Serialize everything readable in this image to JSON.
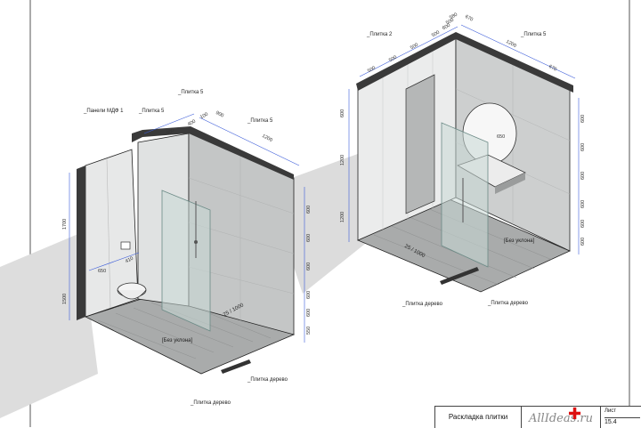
{
  "drawing": {
    "left_view": {
      "labels": {
        "panels_mdf": "_Панели МДФ 1",
        "tile5_a": "_Плитка 5",
        "tile5_b": "_Плитка 5",
        "tile5_c": "_Плитка 5",
        "no_slope": "[Без уклона]",
        "drain": "25 / 1000",
        "wood1": "_Плитка дерево",
        "wood2": "_Плитка дерево"
      },
      "dims": {
        "h1700": "1700",
        "h1500": "1500",
        "d650": "650",
        "d410": "410",
        "t500": "500",
        "t400": "400",
        "t100": "100",
        "t900": "900",
        "t1200": "1200",
        "r600a": "600",
        "r600b": "600",
        "r600c": "600",
        "r600d": "600",
        "r600e": "600",
        "r550": "550"
      }
    },
    "right_view": {
      "labels": {
        "tile2": "_Плитка 2",
        "tile5": "_Плитка 5",
        "no_slope": "[Без уклона]",
        "drain": "25 / 1000",
        "wood1": "_Плитка дерево",
        "wood2": "_Плитка дерево"
      },
      "dims": {
        "t500a": "500",
        "t500b": "500",
        "t500c": "500",
        "t500d": "500",
        "t600": "600",
        "t500e": "500",
        "t580": "580",
        "t670a": "670",
        "t1200": "1200",
        "t670b": "670",
        "l600": "600",
        "l1200a": "1200",
        "l1200b": "1200",
        "mirror650": "650",
        "r600a": "600",
        "r600b": "600",
        "r600c": "600",
        "r600d": "600",
        "r600e": "600",
        "r600f": "600"
      }
    }
  },
  "title_block": {
    "title": "Раскладка плитки",
    "logo_text": "AllIdeas.ru",
    "sheet_label": "Лист",
    "sheet_number": "15.4"
  },
  "colors": {
    "wall_light": "#e9eaea",
    "wall_dark": "#c9cbcb",
    "floor": "#a9abab",
    "shadow": "#dedede",
    "glass": "#c8d8d6",
    "dim_line": "#3a5bd9",
    "edge": "#222222",
    "logo_cross": "#dd1111"
  }
}
